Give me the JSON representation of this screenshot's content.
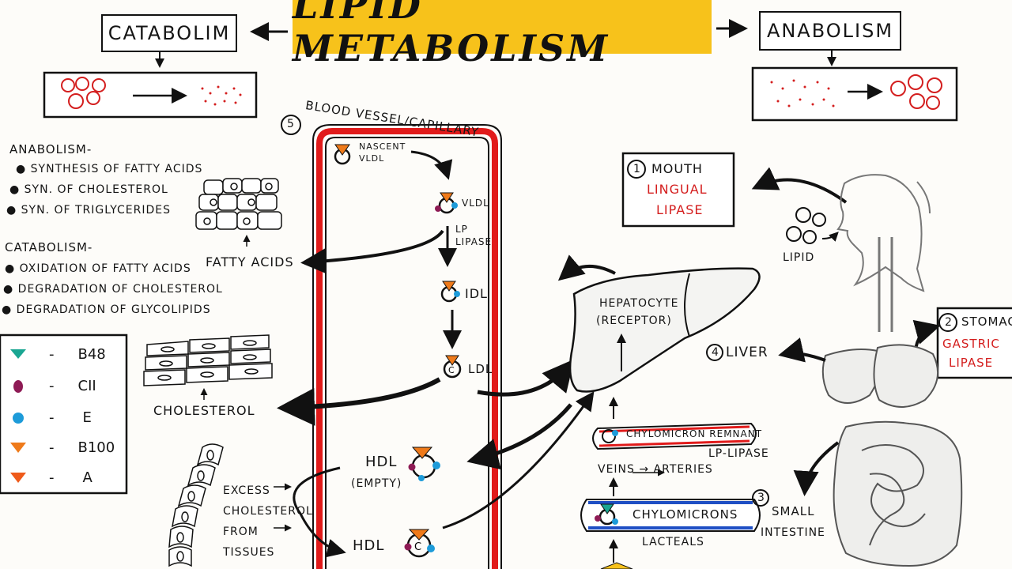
{
  "title": "LIPID METABOLISM",
  "catabolism_box": "CATABOLIM",
  "anabolism_box": "ANABOLISM",
  "blood_vessel_label": "BLOOD VESSEL/CAPILLARY",
  "blood_vessel_number": "5",
  "anabolism_list": {
    "heading": "ANABOLISM-",
    "items": [
      "SYNTHESIS OF FATTY ACIDS",
      "SYN. OF CHOLESTEROL",
      "SYN. OF TRIGLYCERIDES"
    ]
  },
  "catabolism_list": {
    "heading": "CATABOLISM-",
    "items": [
      "OXIDATION OF FATTY ACIDS",
      "DEGRADATION OF CHOLESTEROL",
      "DEGRADATION OF GLYCOLIPIDS"
    ]
  },
  "legend": [
    {
      "label": "B48",
      "color": "#1aa692",
      "shape": "triangle"
    },
    {
      "label": "CII",
      "color": "#8e1b55",
      "shape": "dot"
    },
    {
      "label": "E",
      "color": "#1d9bd9",
      "shape": "dot"
    },
    {
      "label": "B100",
      "color": "#ef7a1a",
      "shape": "triangle"
    },
    {
      "label": "A",
      "color": "#ef5a1a",
      "shape": "triangle"
    }
  ],
  "legend_dash": "-",
  "vessel": {
    "nascent_vldl": "NASCENT VLDL",
    "vldl": "VLDL",
    "lp_lipase": "LP LIPASE",
    "idl": "IDL",
    "ldl": "LDL",
    "hdl_empty": "HDL",
    "hdl_empty_note": "(EMPTY)",
    "hdl": "HDL"
  },
  "fatty_acids": "FATTY ACIDS",
  "cholesterol": "CHOLESTEROL",
  "excess_cholesterol": [
    "EXCESS",
    "CHOLESTEROL",
    "FROM",
    "TISSUES"
  ],
  "hepatocyte": {
    "line1": "HEPATOCYTE",
    "line2": "(RECEPTOR)"
  },
  "mouth": {
    "number": "1",
    "label": "MOUTH",
    "enzyme_line1": "LINGUAL",
    "enzyme_line2": "LIPASE"
  },
  "stomach": {
    "number": "2",
    "label": "STOMAC",
    "enzyme_line1": "GASTRIC",
    "enzyme_line2": "LIPASE"
  },
  "liver": {
    "number": "4",
    "label": "LIVER"
  },
  "small_intestine": {
    "number": "3",
    "line1": "SMALL",
    "line2": "INTESTINE"
  },
  "lipid_label": "LIPID",
  "chylomicron_remnant": "CHYLOMICRON REMNANT",
  "lp_lipase2": "LP-LIPASE",
  "veins_arteries": "VEINS → ARTERIES",
  "chylomicrons": "CHYLOMICRONS",
  "lacteals": "LACTEALS"
}
